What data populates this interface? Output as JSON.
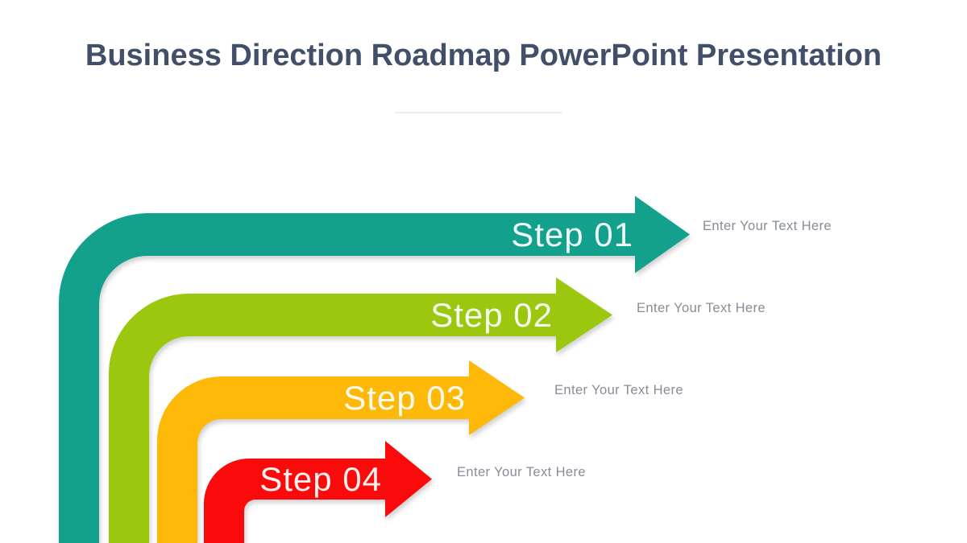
{
  "title": "Business Direction Roadmap PowerPoint Presentation",
  "steps": [
    {
      "label": "Step 01",
      "description": "Enter Your Text Here",
      "color": "#13A08C"
    },
    {
      "label": "Step 02",
      "description": "Enter Your Text Here",
      "color": "#9BC80F"
    },
    {
      "label": "Step 03",
      "description": "Enter Your Text Here",
      "color": "#FEB908"
    },
    {
      "label": "Step 04",
      "description": "Enter Your Text Here",
      "color": "#FA0A0A"
    }
  ],
  "colors": {
    "title_color": "#424F69",
    "step_label_color": "#FAFDFC",
    "description_color": "#868D96",
    "divider_color": "#ECECEC",
    "background": "#FFFFFF"
  }
}
